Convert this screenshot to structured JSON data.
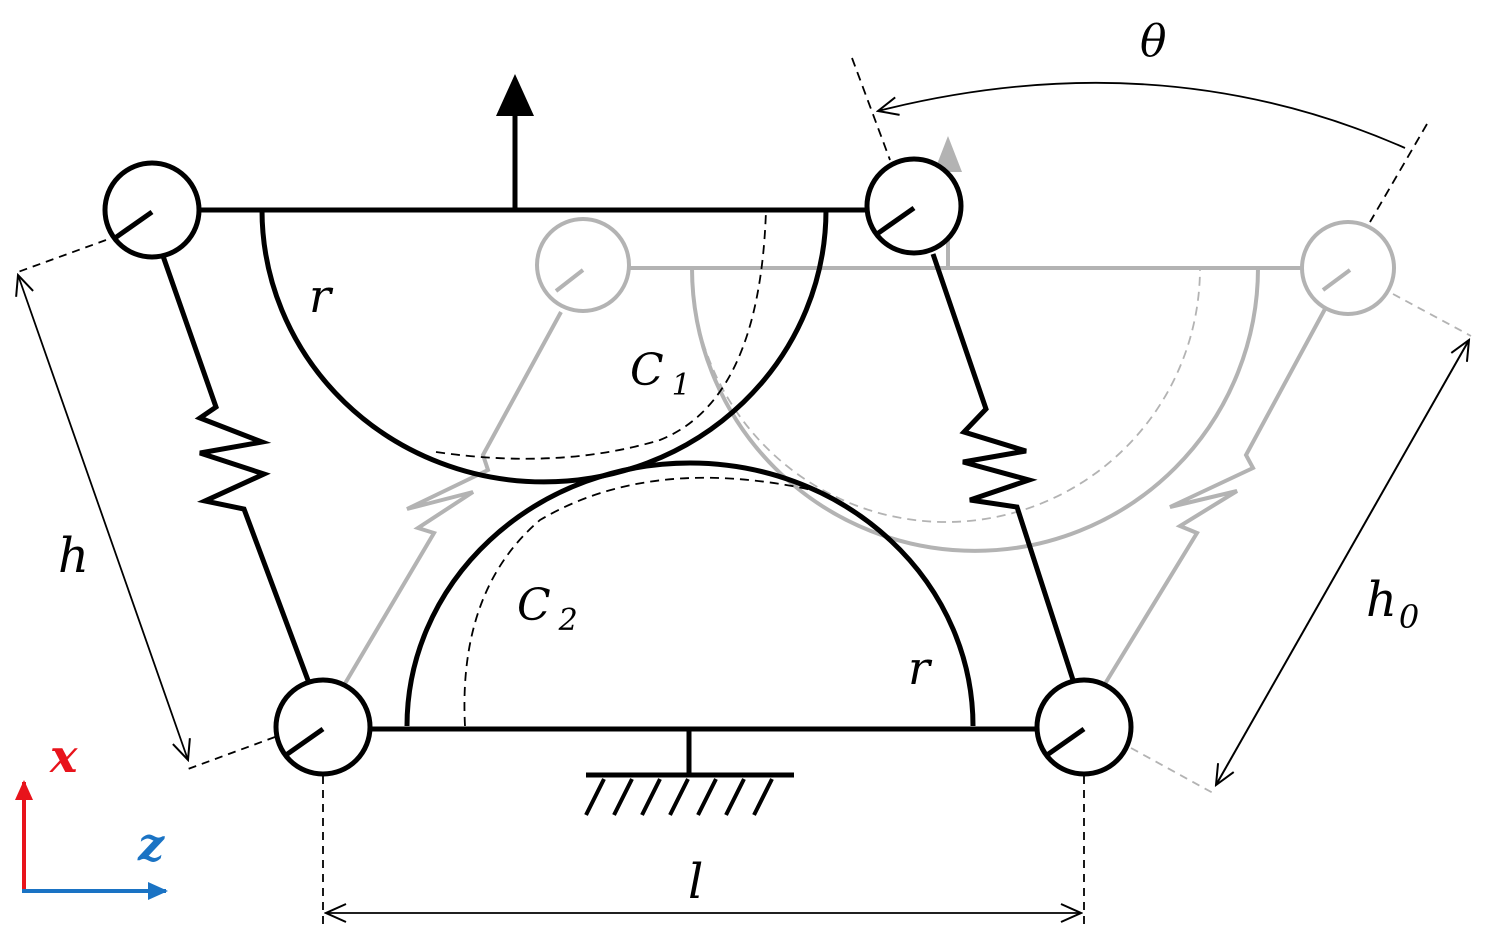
{
  "labels": {
    "theta": "θ",
    "h": "h",
    "h0_base": "h",
    "h0_sub": "0",
    "l": "l",
    "r_top": "r",
    "r_bottom": "r",
    "c1_base": "C",
    "c1_sub": "1",
    "c2_base": "C",
    "c2_sub": "2",
    "axis_x": "x",
    "axis_z": "z"
  },
  "colors": {
    "ink": "#000000",
    "ghost": "#b3b3b3",
    "axis_x": "#e8131b",
    "axis_z": "#1a73c4"
  }
}
